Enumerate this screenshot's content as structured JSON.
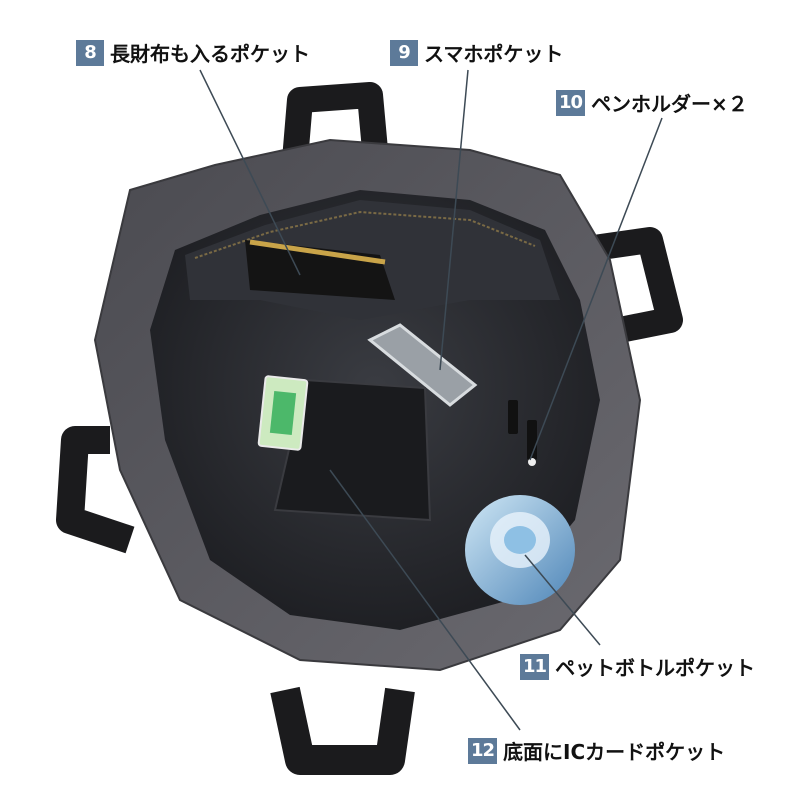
{
  "callouts": [
    {
      "num": "8",
      "label": "長財布も入るポケット",
      "icon": "wallet-pocket"
    },
    {
      "num": "9",
      "label": "スマホポケット",
      "icon": "phone-pocket"
    },
    {
      "num": "10",
      "label": "ペンホルダー×２",
      "icon": "pen-holder"
    },
    {
      "num": "11",
      "label": "ペットボトルポケット",
      "icon": "bottle-pocket"
    },
    {
      "num": "12",
      "label": "底面にICカードポケット",
      "icon": "card-pocket"
    }
  ],
  "colors": {
    "badge": "#5d7a99",
    "bag_outer": "#56555a",
    "bag_lining": "#2a2c30",
    "strap": "#1b1b1d",
    "leader_line": "#3d4a55"
  }
}
